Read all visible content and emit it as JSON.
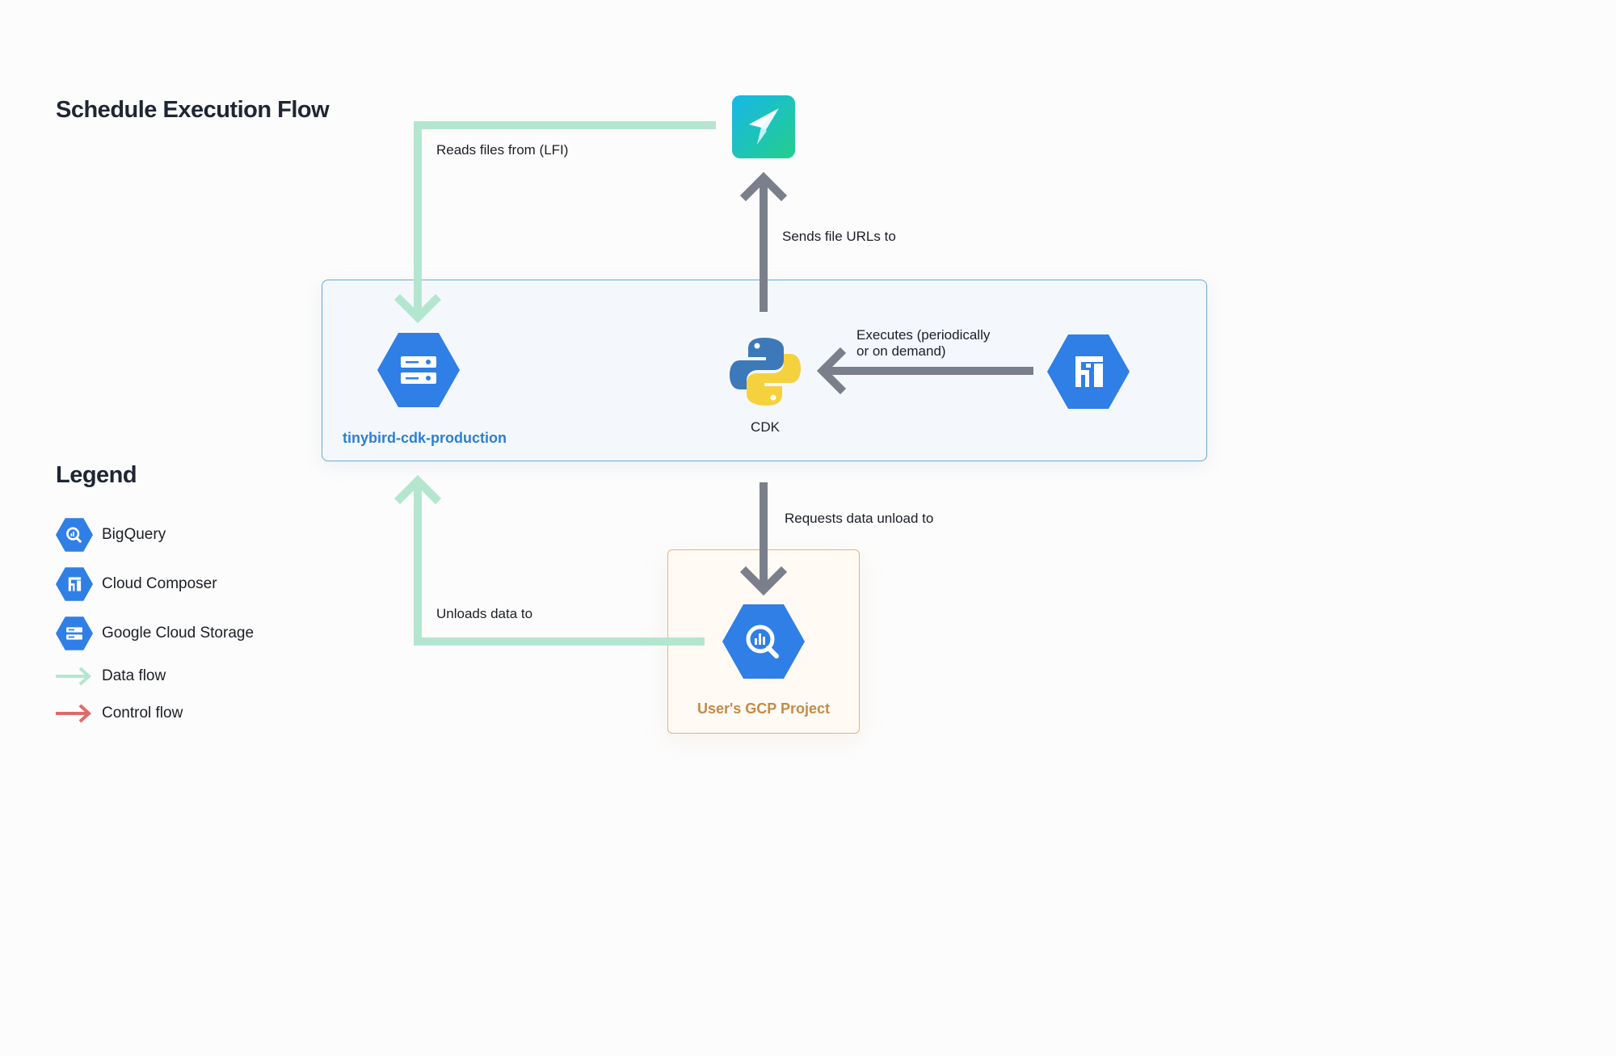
{
  "title": "Schedule Execution Flow",
  "groups": {
    "tinybird": "tinybird-cdk-production",
    "user_project": "User's GCP Project"
  },
  "nodes": {
    "cdk_label": "CDK"
  },
  "edges": {
    "reads_files": "Reads files from (LFI)",
    "sends_urls": "Sends file URLs to",
    "executes_line1": "Executes (periodically",
    "executes_line2": "or on demand)",
    "requests_unload": "Requests data unload to",
    "unloads_data": "Unloads data to"
  },
  "legend": {
    "title": "Legend",
    "items": [
      {
        "label": "BigQuery",
        "icon": "bigquery-icon"
      },
      {
        "label": "Cloud Composer",
        "icon": "cloud-composer-icon"
      },
      {
        "label": "Google Cloud Storage",
        "icon": "cloud-storage-icon"
      },
      {
        "label": "Data flow",
        "icon": "data-flow-arrow"
      },
      {
        "label": "Control flow",
        "icon": "control-flow-arrow"
      }
    ]
  },
  "colors": {
    "gcp_blue": "#2f7fe6",
    "data_flow": "#b4e6cf",
    "control_flow_arrow": "#7b7f8c",
    "legend_control_flow": "#e06a6a",
    "group_border": "#6aa9d6",
    "user_border": "#e1b483",
    "tinybird_gradient_start": "#17b7e8",
    "tinybird_gradient_end": "#23cf8a"
  }
}
